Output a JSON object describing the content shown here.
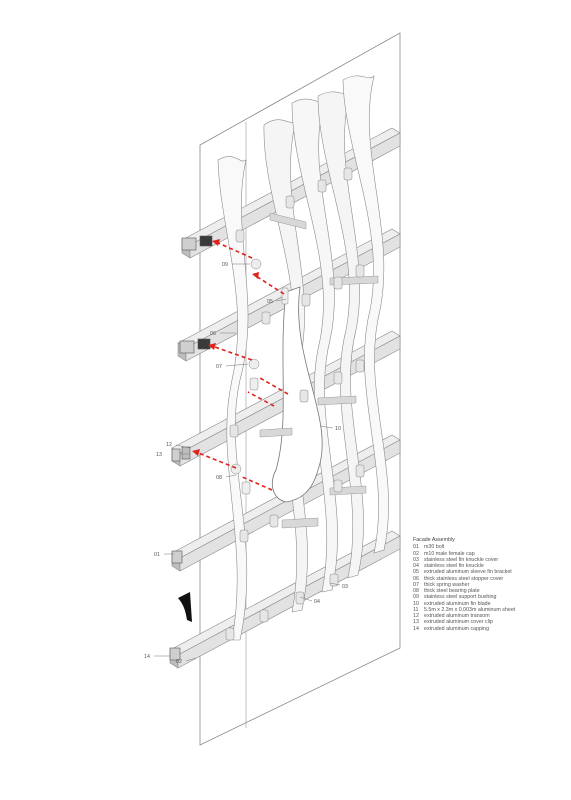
{
  "legend": {
    "title": "Facade Assembly",
    "items": [
      {
        "num": "01",
        "text": "m30 bolt"
      },
      {
        "num": "02",
        "text": "m10 male female cap"
      },
      {
        "num": "03",
        "text": "stainless steel fin knuckle cover"
      },
      {
        "num": "04",
        "text": "stainless steel fin knuckle"
      },
      {
        "num": "05",
        "text": "extruded aluminum sleeve fin bracket"
      },
      {
        "num": "06",
        "text": "thick stainless steel stopper cover"
      },
      {
        "num": "07",
        "text": "thick spring washer"
      },
      {
        "num": "08",
        "text": "thick steel bearing plate"
      },
      {
        "num": "09",
        "text": "stainless steel support bushing"
      },
      {
        "num": "10",
        "text": "extruded aluminum fin blade"
      },
      {
        "num": "11",
        "text": "5.5m x 2.3m x 0.003m aluminum sheet"
      },
      {
        "num": "12",
        "text": "extruded aluminum transom"
      },
      {
        "num": "13",
        "text": "extruded aluminum cover clip"
      },
      {
        "num": "14",
        "text": "extruded aluminum capping"
      }
    ]
  },
  "callouts": {
    "c01": "01",
    "c02": "02",
    "c03": "03",
    "c04": "04",
    "c05": "05",
    "c06": "06",
    "c07": "07",
    "c08": "08",
    "c09": "09",
    "c10": "10",
    "c12": "12",
    "c13": "13",
    "c14": "14"
  },
  "colors": {
    "line": "#8a8a8a",
    "fin_fill": "#f7f7f7",
    "transom": "#d9d9d9",
    "arrow": "#e0221c",
    "legend_text": "#555555"
  }
}
